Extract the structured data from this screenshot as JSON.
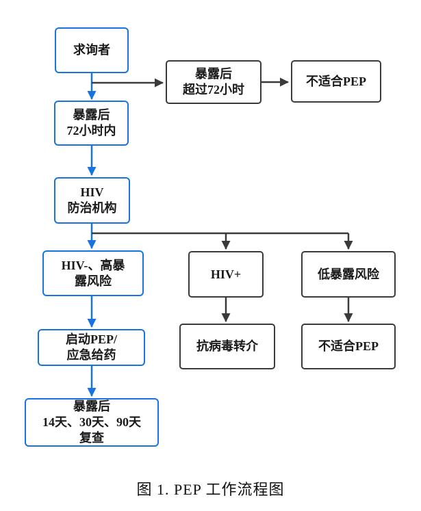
{
  "diagram": {
    "caption": "图 1. PEP 工作流程图",
    "colors": {
      "primary_path": "#1673E0",
      "secondary_path": "#3A3A3A"
    },
    "nodes": {
      "consultant": {
        "label": "求询者"
      },
      "exposure_over_72h": {
        "label": "暴露后\n超过72小时"
      },
      "not_suitable_pep_top": {
        "label": "不适合PEP"
      },
      "exposure_within_72h": {
        "label": "暴露后\n72小时内"
      },
      "hiv_institution": {
        "label": "HIV\n防治机构"
      },
      "hiv_negative_high_risk": {
        "label": "HIV-、高暴\n露风险"
      },
      "hiv_positive": {
        "label": "HIV+"
      },
      "low_exposure_risk": {
        "label": "低暴露风险"
      },
      "start_pep": {
        "label": "启动PEP/\n应急给药"
      },
      "antiviral_referral": {
        "label": "抗病毒转介"
      },
      "not_suitable_pep_bottom": {
        "label": "不适合PEP"
      },
      "followup_review": {
        "label": "暴露后\n14天、30天、90天\n复查"
      }
    }
  }
}
